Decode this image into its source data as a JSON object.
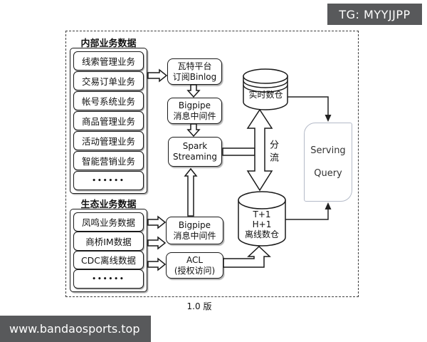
{
  "banners": {
    "top": "TG: MYYJJPP",
    "bottom": "www.bandaosports.top"
  },
  "version_label": "1.0 版",
  "groups": [
    {
      "title": "内部业务数据",
      "items": [
        "线索管理业务",
        "交易订单业务",
        "帐号系统业务",
        "商品管理业务",
        "活动管理业务",
        "智能营销业务",
        "••••••"
      ]
    },
    {
      "title": "生态业务数据",
      "items": [
        "凤鸣业务数据",
        "商桥IM数据",
        "CDC离线数据",
        "••••••"
      ]
    }
  ],
  "nodes": {
    "watt": {
      "line1": "瓦特平台",
      "line2": "订阅Binlog"
    },
    "bigpipe_realtime": {
      "line1": "Bigpipe",
      "line2": "消息中间件"
    },
    "spark": {
      "line1": "Spark",
      "line2": "Streaming"
    },
    "bigpipe_offline": {
      "line1": "Bigpipe",
      "line2": "消息中间件"
    },
    "acl": {
      "line1": "ACL",
      "line2": "(授权访问)"
    },
    "realtime_dw": {
      "label": "实时数仓"
    },
    "offline_dw": {
      "line1": "T+1",
      "line2": "H+1",
      "line3": "离线数仓"
    },
    "serving": {
      "line1": "Serving",
      "line2": "Query"
    }
  },
  "labels": {
    "split_flow": "分流"
  },
  "colors": {
    "banner_bg": "#58595b",
    "banner_text": "#ffffff",
    "line": "#1a1a1a",
    "serving_border": "#b4bac8"
  }
}
